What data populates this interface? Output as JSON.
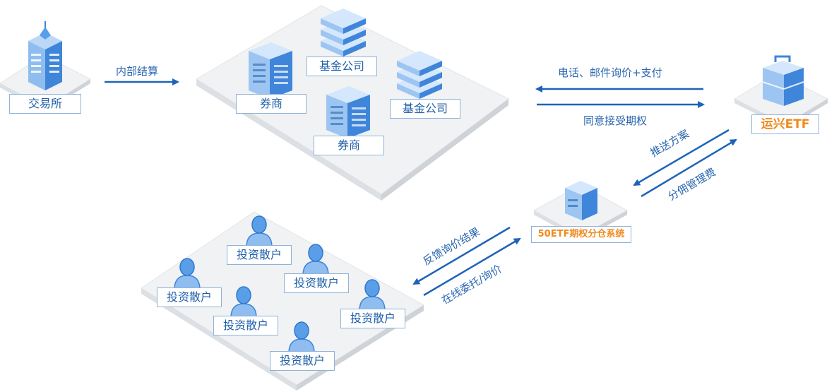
{
  "nodes": {
    "exchange": "交易所",
    "broker_1": "券商",
    "broker_2": "券商",
    "fund_1": "基金公司",
    "fund_2": "基金公司",
    "yunxing": "运兴ETF",
    "system": "50ETF期权分仓系统",
    "investor_1": "投资散户",
    "investor_2": "投资散户",
    "investor_3": "投资散户",
    "investor_4": "投资散户",
    "investor_5": "投资散户",
    "investor_6": "投资散户"
  },
  "flows": {
    "internal_settlement": "内部结算",
    "phone_email_inquiry_pay": "电话、邮件询价+支付",
    "agree_accept_option": "同意接受期权",
    "push_plan": "推送方案",
    "commission_fee": "分佣管理费",
    "feedback_result": "反馈询价结果",
    "online_order": "在线委托/询价"
  },
  "colors": {
    "accent": "#1f5fa8",
    "brand": "#f08a1c",
    "platform": "#f2f3f5",
    "icon": "#4a8fe0"
  }
}
